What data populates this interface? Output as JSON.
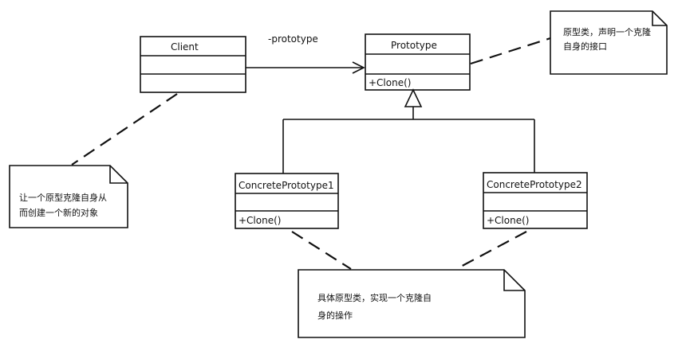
{
  "classes": {
    "client": {
      "name": "Client",
      "operation": ""
    },
    "prototype": {
      "name": "Prototype",
      "operation": "+Clone()"
    },
    "concrete1": {
      "name": "ConcretePrototype1",
      "operation": "+Clone()"
    },
    "concrete2": {
      "name": "ConcretePrototype2",
      "operation": "+Clone()"
    }
  },
  "association": {
    "role_label": "-prototype"
  },
  "notes": {
    "prototype_note": [
      "原型类，声明一个克隆",
      "自身的接口"
    ],
    "client_note": [
      "让一个原型克隆自身从",
      "而创建一个新的对象"
    ],
    "concrete_note": [
      "具体原型类，实现一个克隆自",
      "身的操作"
    ]
  }
}
